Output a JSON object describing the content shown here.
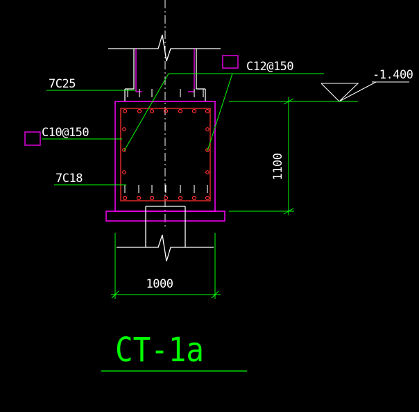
{
  "drawing": {
    "title": "CT-1a",
    "labels": {
      "top_rebar": "7C25",
      "bottom_rebar": "7C18",
      "side_stirrup": "C10@150",
      "tie_stirrup": "C12@150",
      "elevation": "-1.400",
      "height_dim": "1100",
      "width_dim": "1000"
    }
  },
  "colors": {
    "background": "#000000",
    "concrete_outline": "#ff00ff",
    "rebar": "#ff3030",
    "leader_and_dimension": "#00ff00",
    "label_text": "#ffffff",
    "outline_white": "#ffffff",
    "centerline": "#ffffff",
    "title": "#00ff00"
  }
}
